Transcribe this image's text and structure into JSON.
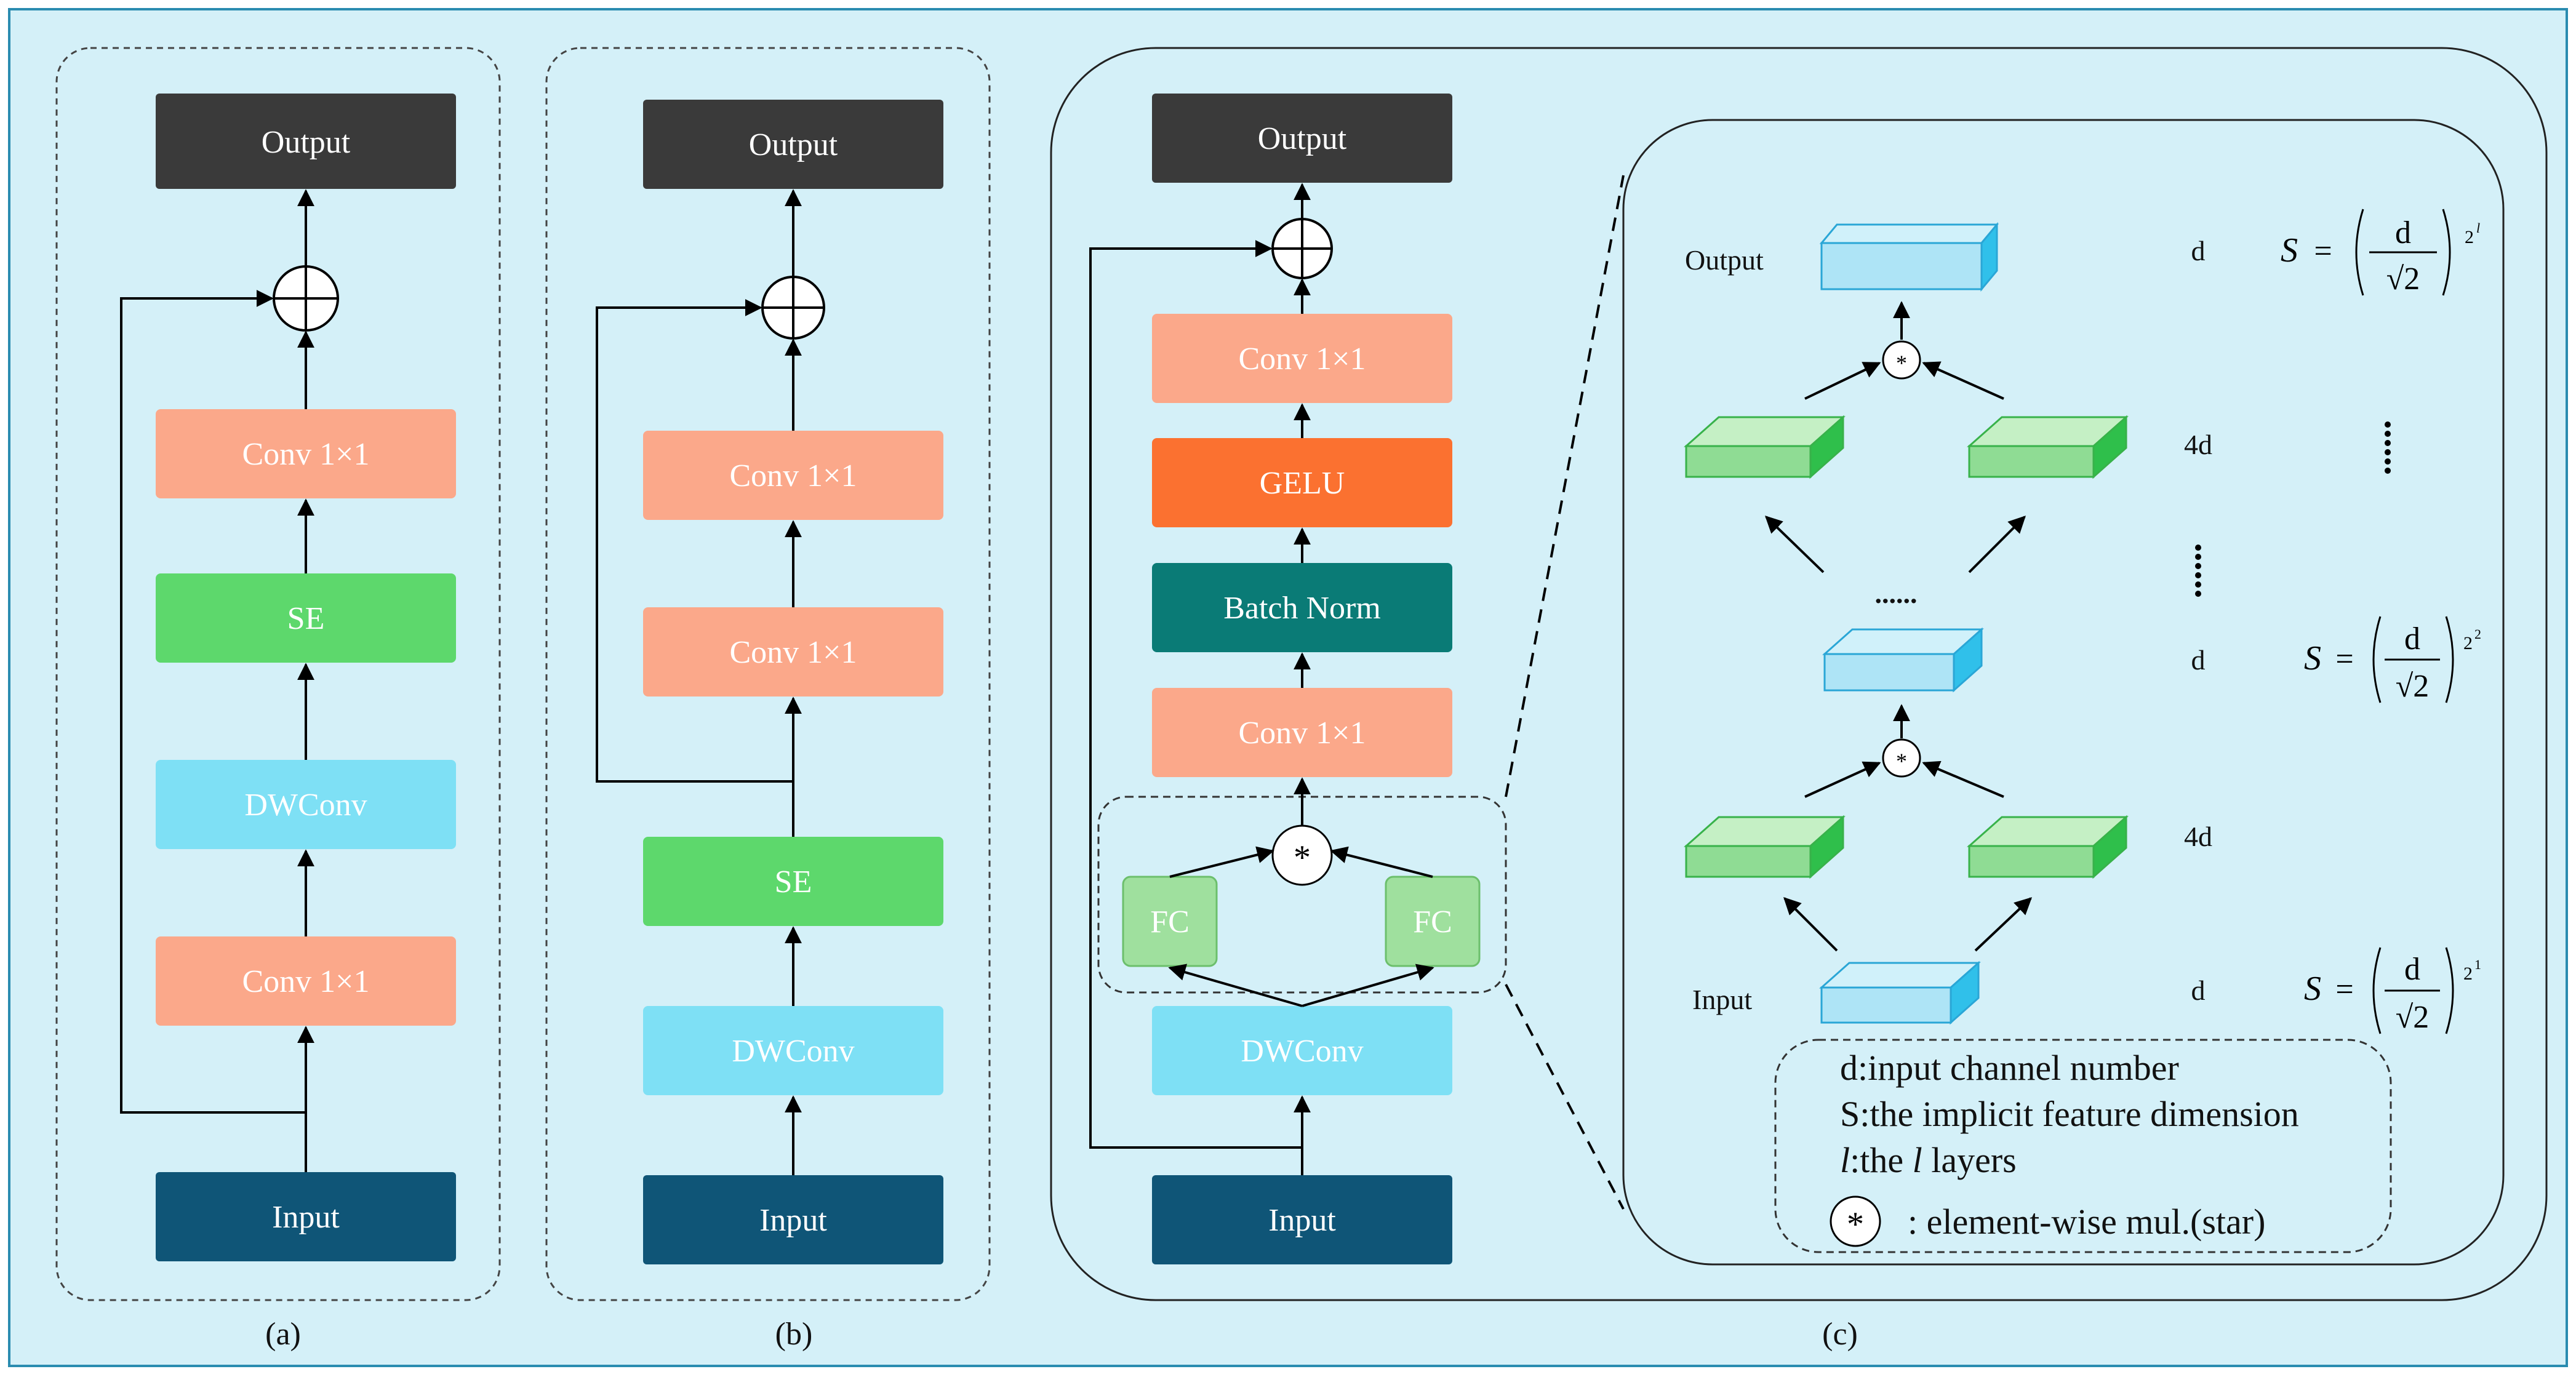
{
  "colors": {
    "background": "#d4f0f8",
    "dark": "#3a3a3a",
    "navy": "#0f5577",
    "salmon": "#fba88a",
    "green": "#5dd86c",
    "light_blue": "#7ee0f5",
    "orange": "#fb7130",
    "teal": "#0a7b76",
    "fc_green": "#9fe09e",
    "block_top_blue": "#d0f1fa",
    "block_top_green": "#c5f0c5"
  },
  "panel_a": {
    "caption": "(a)",
    "output": "Output",
    "conv_top": "Conv 1×1",
    "se": "SE",
    "dwconv": "DWConv",
    "conv_bottom": "Conv 1×1",
    "input": "Input"
  },
  "panel_b": {
    "caption": "(b)",
    "output": "Output",
    "conv_top": "Conv 1×1",
    "conv_mid": "Conv 1×1",
    "se": "SE",
    "dwconv": "DWConv",
    "input": "Input"
  },
  "panel_c": {
    "caption": "(c)",
    "output": "Output",
    "conv_top": "Conv 1×1",
    "gelu": "GELU",
    "batch_norm": "Batch Norm",
    "conv_bottom": "Conv 1×1",
    "fc_left": "FC",
    "fc_right": "FC",
    "star": "*",
    "dwconv": "DWConv",
    "input": "Input"
  },
  "detail": {
    "output_label": "Output",
    "input_label": "Input",
    "row_labels": [
      "d",
      "4d",
      "d",
      "4d",
      "d"
    ],
    "ellipsis_h": "......",
    "s_label": "S",
    "eq": "=",
    "frac_num": "d",
    "frac_den": "√2",
    "exp_top": "2",
    "exp_top_sup": "l",
    "exp_mid": "2",
    "exp_mid_sup": "2",
    "exp_bot": "2",
    "exp_bot_sup": "1",
    "star": "*"
  },
  "legend": {
    "line1": "d:input channel number",
    "line2": "S:the implicit feature dimension",
    "line3_italic": "l",
    "line3_rest": ":the ",
    "line3_italic2": "l",
    "line3_end": " layers",
    "star": "*",
    "star_desc": ": element-wise mul.(star)"
  }
}
